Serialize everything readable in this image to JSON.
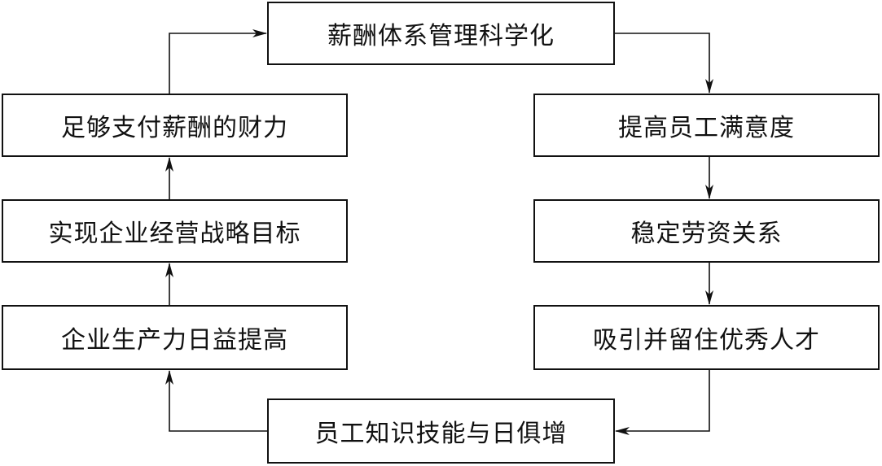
{
  "diagram": {
    "nodes": [
      {
        "label": "薪酬体系管理科学化"
      },
      {
        "label": "提高员工满意度"
      },
      {
        "label": "稳定劳资关系"
      },
      {
        "label": "吸引并留住优秀人才"
      },
      {
        "label": "员工知识技能与日俱增"
      },
      {
        "label": "企业生产力日益提高"
      },
      {
        "label": "实现企业经营战略目标"
      },
      {
        "label": "足够支付薪酬的财力"
      }
    ],
    "edges": [
      {
        "from": 0,
        "to": 1
      },
      {
        "from": 1,
        "to": 2
      },
      {
        "from": 2,
        "to": 3
      },
      {
        "from": 3,
        "to": 4
      },
      {
        "from": 4,
        "to": 5
      },
      {
        "from": 5,
        "to": 6
      },
      {
        "from": 6,
        "to": 7
      },
      {
        "from": 7,
        "to": 0
      }
    ],
    "line_color": "#111111"
  }
}
